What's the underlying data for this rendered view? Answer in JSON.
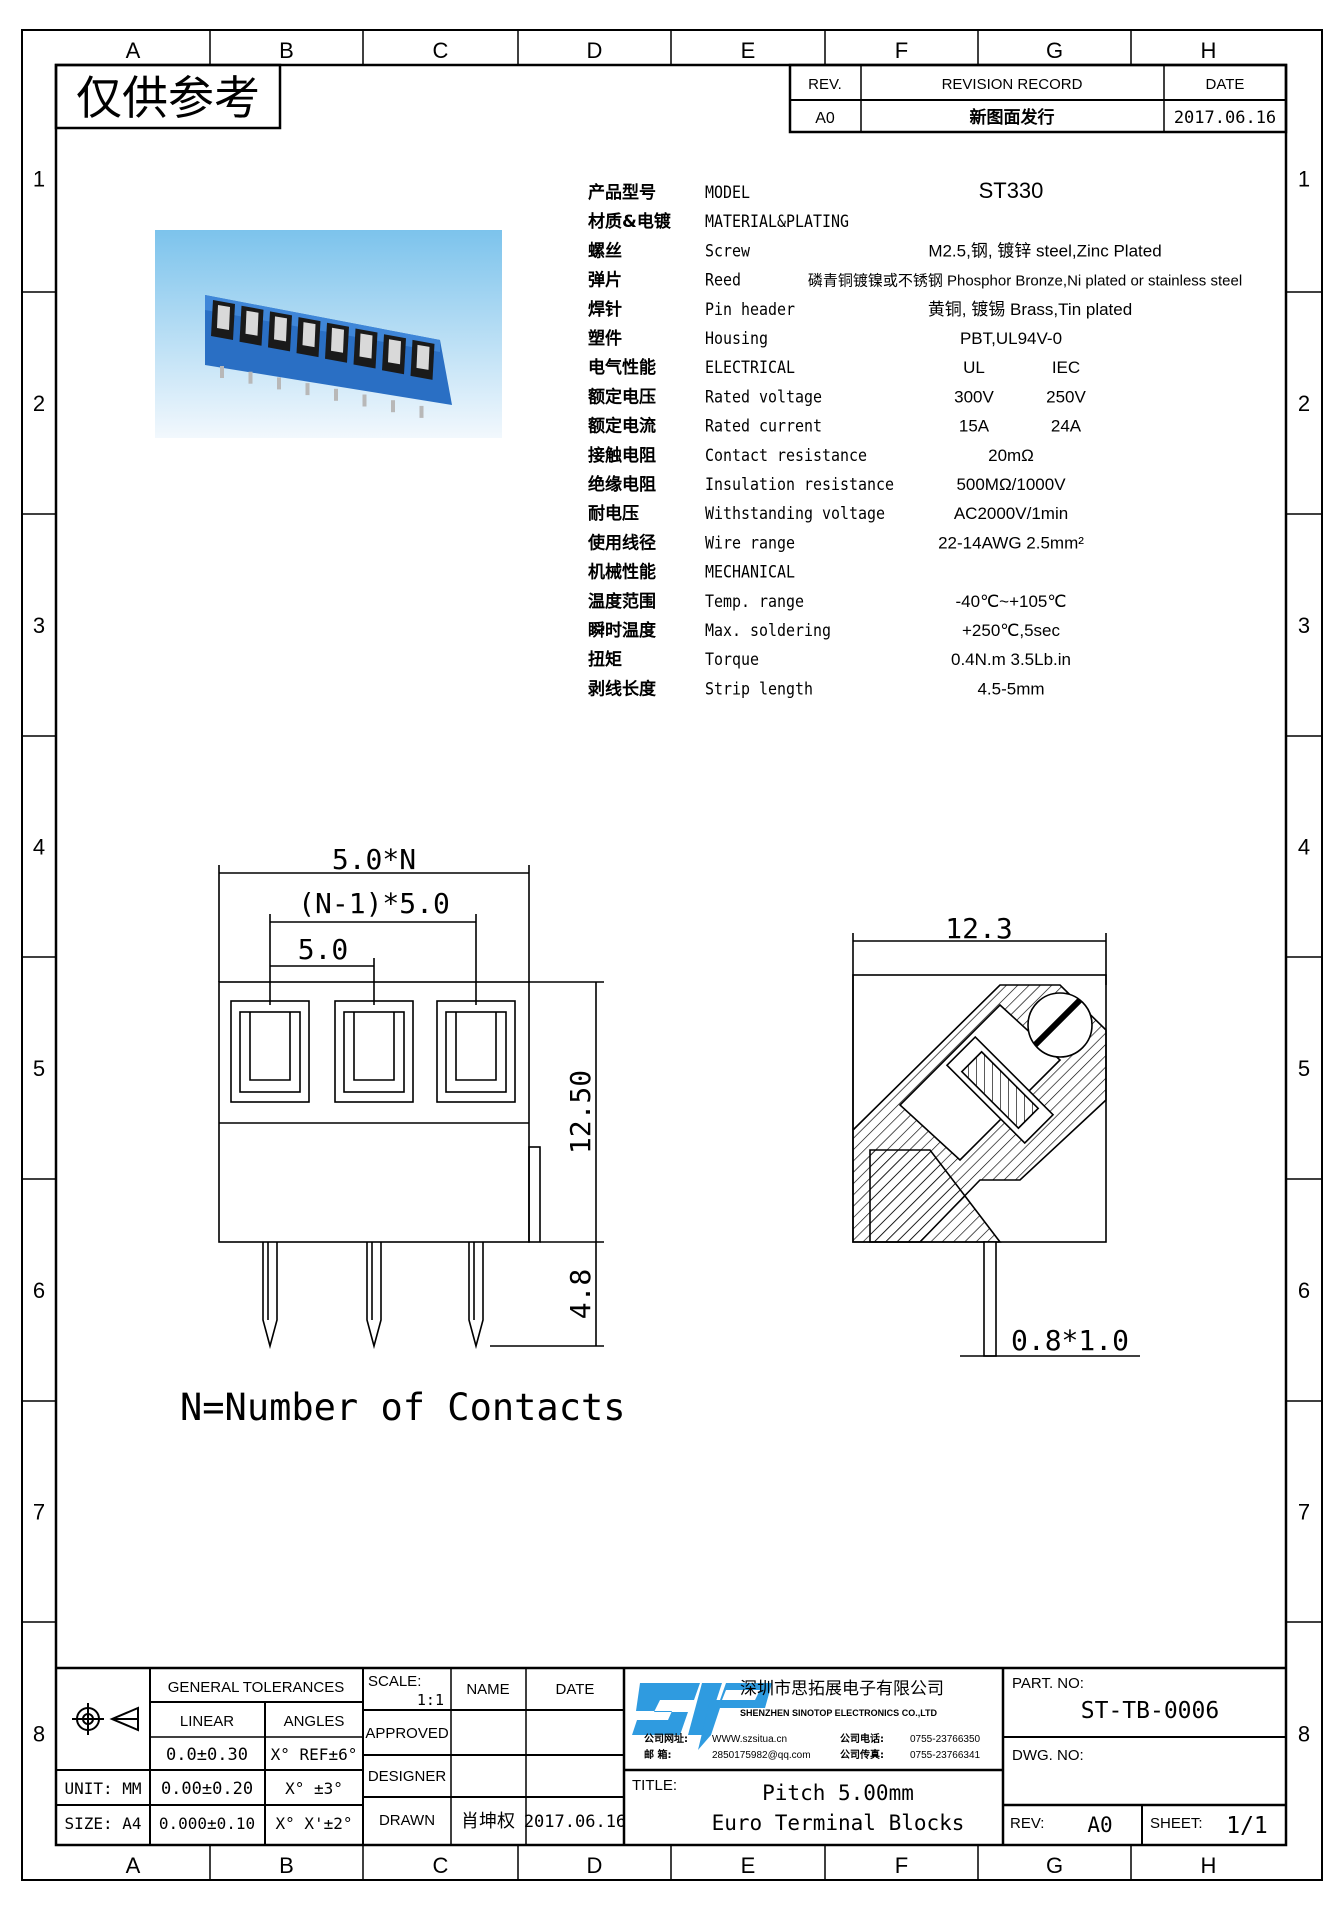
{
  "frame": {
    "columns": [
      "A",
      "B",
      "C",
      "D",
      "E",
      "F",
      "G",
      "H"
    ],
    "rows": [
      "1",
      "2",
      "3",
      "4",
      "5",
      "6",
      "7",
      "8"
    ]
  },
  "stamp": "仅供参考",
  "revision": {
    "headers": {
      "rev": "REV.",
      "record": "REVISION RECORD",
      "date": "DATE"
    },
    "rows": [
      {
        "rev": "A0",
        "record": "新图面发行",
        "date": "2017.06.16"
      }
    ]
  },
  "specs": [
    {
      "cn": "产品型号",
      "en": "MODEL",
      "value": "ST330"
    },
    {
      "cn": "材质&电镀",
      "en": "MATERIAL&PLATING",
      "value": ""
    },
    {
      "cn": "螺丝",
      "en": "Screw",
      "value": "M2.5,钢, 镀锌 steel,Zinc Plated"
    },
    {
      "cn": "弹片",
      "en": "Reed",
      "value": "磷青铜镀镍或不锈钢 Phosphor Bronze,Ni plated or stainless steel"
    },
    {
      "cn": "焊针",
      "en": "Pin header",
      "value": "黄铜, 镀锡 Brass,Tin plated"
    },
    {
      "cn": "塑件",
      "en": "Housing",
      "value": "PBT,UL94V-0"
    },
    {
      "cn": "电气性能",
      "en": "ELECTRICAL",
      "ul": "UL",
      "iec": "IEC"
    },
    {
      "cn": "额定电压",
      "en": "Rated voltage",
      "ul": "300V",
      "iec": "250V"
    },
    {
      "cn": "额定电流",
      "en": "Rated current",
      "ul": "15A",
      "iec": "24A"
    },
    {
      "cn": "接触电阻",
      "en": "Contact resistance",
      "value": "20mΩ"
    },
    {
      "cn": "绝缘电阻",
      "en": "Insulation resistance",
      "value": "500MΩ/1000V"
    },
    {
      "cn": "耐电压",
      "en": "Withstanding voltage",
      "value": "AC2000V/1min"
    },
    {
      "cn": "使用线径",
      "en": "Wire range",
      "value": "22-14AWG 2.5mm²"
    },
    {
      "cn": "机械性能",
      "en": "MECHANICAL",
      "value": ""
    },
    {
      "cn": "温度范围",
      "en": "Temp. range",
      "value": "-40℃~+105℃"
    },
    {
      "cn": "瞬时温度",
      "en": "Max. soldering",
      "value": "+250℃,5sec"
    },
    {
      "cn": "扭矩",
      "en": "Torque",
      "value": "0.4N.m  3.5Lb.in"
    },
    {
      "cn": "剥线长度",
      "en": "Strip length",
      "value": "4.5-5mm"
    }
  ],
  "drawing": {
    "dim_total": "5.0*N",
    "dim_span": "(N-1)*5.0",
    "dim_pitch": "5.0",
    "dim_height": "12.50",
    "dim_pin": "4.8",
    "dim_depth": "12.3",
    "dim_pin_size": "0.8*1.0",
    "note": "N=Number of Contacts"
  },
  "title_block": {
    "general_tolerances": "GENERAL TOLERANCES",
    "linear": "LINEAR",
    "angles": "ANGLES",
    "tol_rows": [
      {
        "label": "",
        "linear": "0.0±0.30",
        "angle": "X° REF±6°"
      },
      {
        "label": "UNIT: MM",
        "linear": "0.00±0.20",
        "angle": "X° ±3°"
      },
      {
        "label": "SIZE: A4",
        "linear": "0.000±0.10",
        "angle": "X° X'±2°"
      }
    ],
    "scale_label": "SCALE:",
    "scale_value": "1:1",
    "name_label": "NAME",
    "date_label": "DATE",
    "approved": "APPROVED",
    "designer": "DESIGNER",
    "drawn": "DRAWN",
    "drawn_name": "肖坤权",
    "drawn_date": "2017.06.16",
    "company": {
      "logo": "SIP",
      "name_cn": "深圳市思拓展电子有限公司",
      "name_en": "SHENZHEN SINOTOP ELECTRONICS CO.,LTD",
      "web_label": "公司网址:",
      "web": "WWW.szsitua.cn",
      "mail_label": "邮    箱:",
      "mail": "2850175982@qq.com",
      "tel_label": "公司电话:",
      "tel": "0755-23766350",
      "fax_label": "公司传真:",
      "fax": "0755-23766341"
    },
    "title_label": "TITLE:",
    "title_line1": "Pitch 5.00mm",
    "title_line2": "Euro Terminal Blocks",
    "part_no_label": "PART. NO:",
    "part_no": "ST-TB-0006",
    "dwg_no_label": "DWG. NO:",
    "rev_label": "REV:",
    "rev": "A0",
    "sheet_label": "SHEET:",
    "sheet": "1/1"
  },
  "colors": {
    "logo_blue": "#2f9be0",
    "housing_blue": "#2a6fc4"
  }
}
